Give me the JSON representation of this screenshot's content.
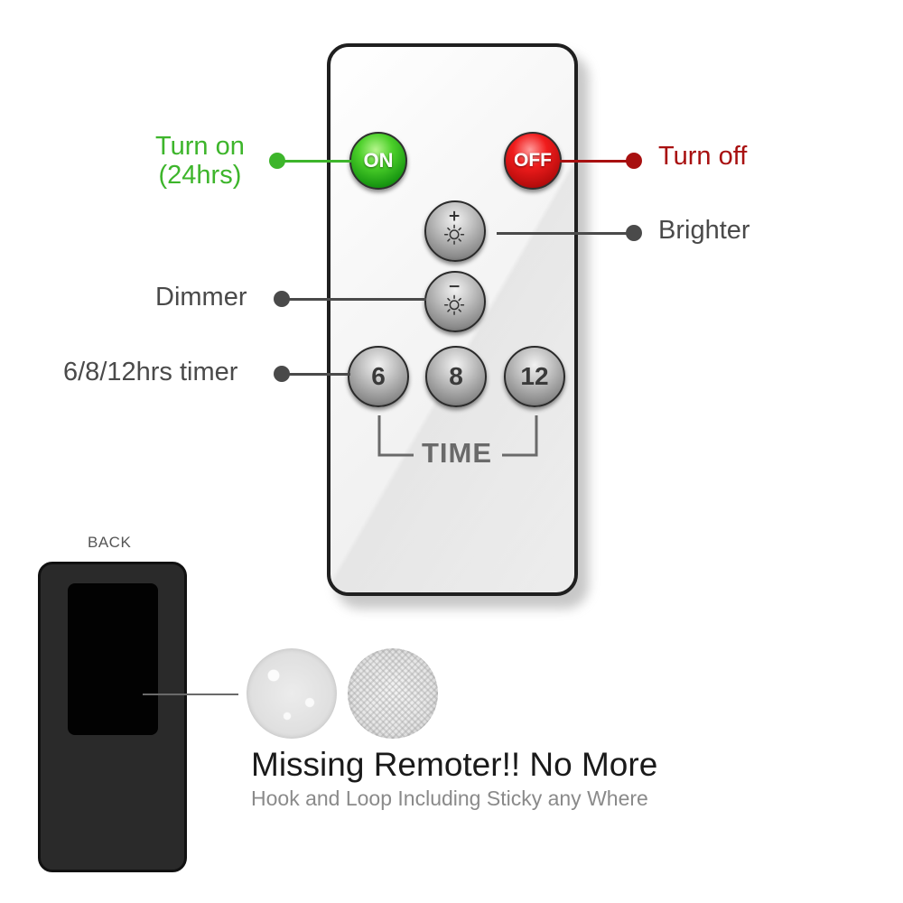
{
  "remote": {
    "buttons": {
      "on_label": "ON",
      "off_label": "OFF",
      "brighter_symbol": "+",
      "dimmer_symbol": "−",
      "timer_6": "6",
      "timer_8": "8",
      "timer_12": "12"
    },
    "time_label": "TIME"
  },
  "callouts": {
    "turn_on_line1": "Turn on",
    "turn_on_line2": "(24hrs)",
    "turn_off": "Turn off",
    "brighter": "Brighter",
    "dimmer": "Dimmer",
    "timer": "6/8/12hrs timer"
  },
  "back": {
    "caption": "BACK"
  },
  "headline": "Missing Remoter!! No More",
  "subline": "Hook and Loop Including Sticky any Where",
  "colors": {
    "on_green": "#3db52b",
    "off_red": "#a81010",
    "callout_gray": "#4a4a4a"
  },
  "icons": [
    "sun-icon",
    "plus-icon",
    "minus-icon"
  ]
}
